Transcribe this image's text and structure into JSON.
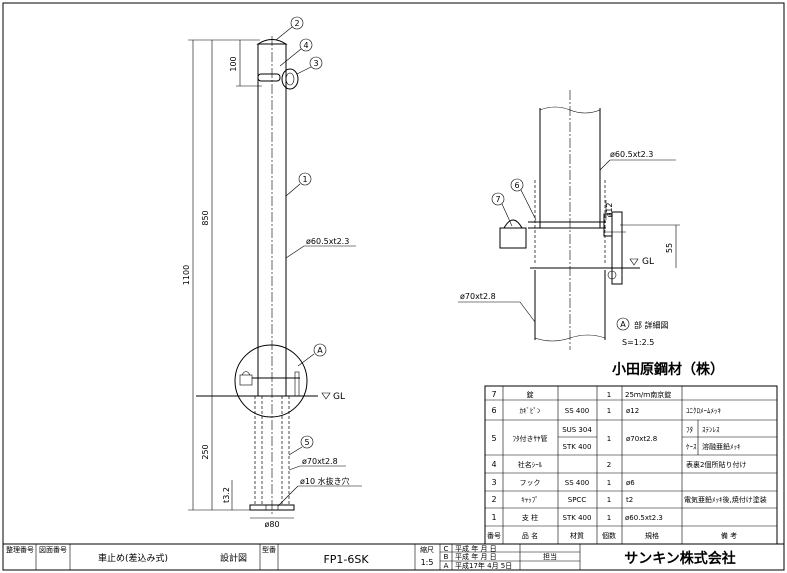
{
  "left_view": {
    "dimensions": [
      "100",
      "850",
      "1100",
      "250",
      "t3.2",
      "ø80"
    ],
    "callouts": [
      {
        "number": "2"
      },
      {
        "number": "4"
      },
      {
        "number": "3"
      },
      {
        "number": "1"
      },
      {
        "number": "5"
      }
    ],
    "labels": {
      "pipe_upper": "ø60.5xt2.3",
      "pipe_lower": "ø70xt2.8",
      "drain_hole": "ø10 水抜き穴",
      "gl": "GL",
      "detail_mark": "A"
    }
  },
  "detail_view": {
    "labels": {
      "pipe_upper": "ø60.5xt2.3",
      "pin_dia": "ø12",
      "dim_55": "55",
      "gl": "GL",
      "pipe_lower": "ø70xt2.8",
      "detail_title": "部 詳細図",
      "detail_mark": "A",
      "scale": "S=1:2.5"
    },
    "callouts": [
      {
        "number": "7"
      },
      {
        "number": "6"
      }
    ]
  },
  "company": "小田原鋼材（株）",
  "parts_table": {
    "rows": [
      {
        "no": "7",
        "name": "錠",
        "material": "",
        "qty": "1",
        "spec": "25ｍ/ｍ南京錠",
        "note": ""
      },
      {
        "no": "6",
        "name": "ｶｷﾞﾋﾟﾝ",
        "material": "SS 400",
        "qty": "1",
        "spec": "ø12",
        "note": "ﾕﾆｸﾛﾒｰﾑﾒｯｷ"
      },
      {
        "no": "5",
        "name": "ﾌﾀ付きｻﾔ管",
        "material_1": "SUS 304",
        "material_2": "STK 400",
        "qty": "1",
        "spec": "ø70xt2.8",
        "note_1_label": "ﾌﾀ",
        "note_1": "ｽﾃﾝﾚｽ",
        "note_2_label": "ｹｰｽ",
        "note_2": "溶融亜鉛ﾒｯｷ"
      },
      {
        "no": "4",
        "name": "社名ｼｰﾙ",
        "material": "",
        "qty": "2",
        "spec": "",
        "note": "表裏2個所貼り付け"
      },
      {
        "no": "3",
        "name": "フック",
        "material": "SS 400",
        "qty": "1",
        "spec": "ø6",
        "note": ""
      },
      {
        "no": "2",
        "name": "ｷｬｯﾌﾟ",
        "material": "SPCC",
        "qty": "1",
        "spec": "t2",
        "note": "電気亜鉛ﾒｯｷ後,焼付け塗装"
      },
      {
        "no": "1",
        "name": "支 柱",
        "material": "STK 400",
        "qty": "1",
        "spec": "ø60.5xt2.3",
        "note": ""
      }
    ],
    "header": {
      "no": "番号",
      "name": "品 名",
      "material": "材質",
      "qty": "個数",
      "spec": "規格",
      "note": "備 考"
    }
  },
  "title_block": {
    "label_1": "整理番号",
    "label_2": "図面番号",
    "product": "車止め(差込み式)",
    "drawing_type": "設計図",
    "label_model": "型番",
    "model": "FP1-6SK",
    "label_scale": "縮尺",
    "scale": "1:5",
    "rev_rows": [
      {
        "mark": "C",
        "text": "平成  年  月  日",
        "sub": ""
      },
      {
        "mark": "B",
        "text": "平成  年  月  日",
        "sub": "担当"
      },
      {
        "mark": "A",
        "text": "平成17年 4月 5日",
        "sub": ""
      }
    ],
    "company_logo": "サンキン株式会社"
  }
}
